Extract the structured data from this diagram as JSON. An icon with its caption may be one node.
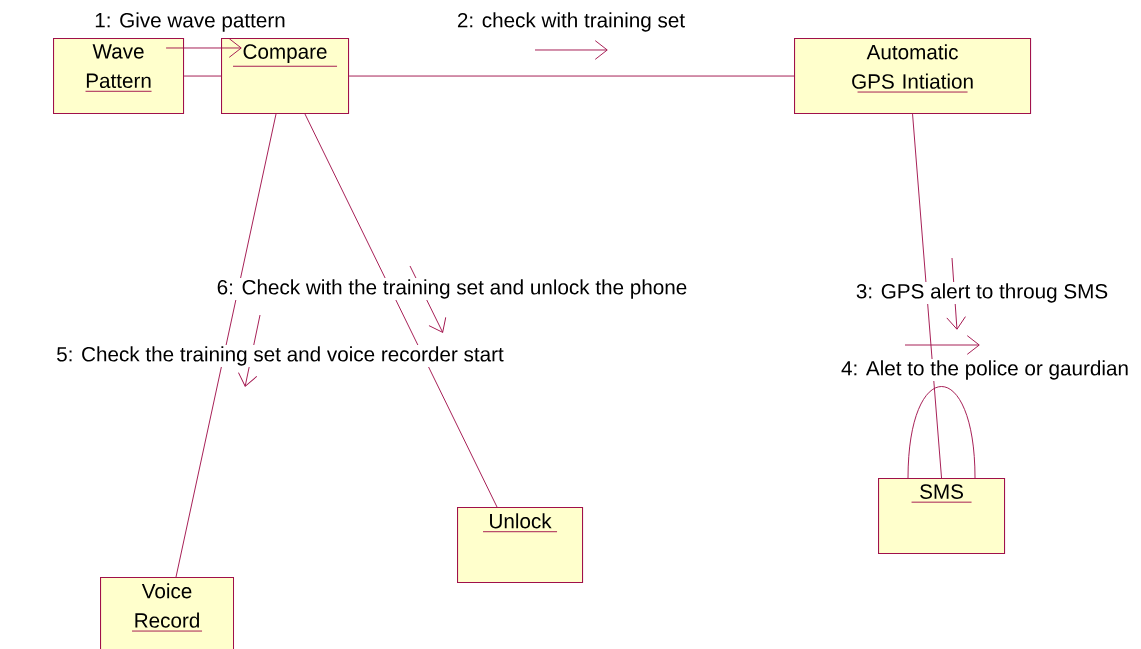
{
  "diagram": {
    "nodes": [
      {
        "text": [
          "Wave Pattern"
        ]
      },
      {
        "text": [
          "Compare"
        ]
      },
      {
        "text": [
          "Automatic GPS Intiation"
        ]
      },
      {
        "text": [
          "SMS"
        ]
      },
      {
        "text": [
          "Unlock"
        ]
      },
      {
        "text": [
          "Voice Record"
        ]
      }
    ],
    "edges": [
      {
        "from": 0,
        "to": 1,
        "arrow": "none"
      },
      {
        "from": 0,
        "to": 1,
        "arrow": "to",
        "label": "1: Give wave pattern"
      },
      {
        "from": 1,
        "to": 2,
        "arrow": "none",
        "label": "2: check with training set"
      },
      {
        "from": 2,
        "to": 3,
        "arrow": "none",
        "label": "3: GPS alert to throug SMS"
      },
      {
        "from": 3,
        "to": 3,
        "arrow": "none",
        "label": "4: Alet to the police or gaurdian"
      },
      {
        "from": 1,
        "to": 5,
        "arrow": "none",
        "label": "5: Check the training set and voice recorder start"
      },
      {
        "from": 1,
        "to": 4,
        "arrow": "none",
        "label": "6: Check with the training set and unlock the phone"
      }
    ]
  }
}
